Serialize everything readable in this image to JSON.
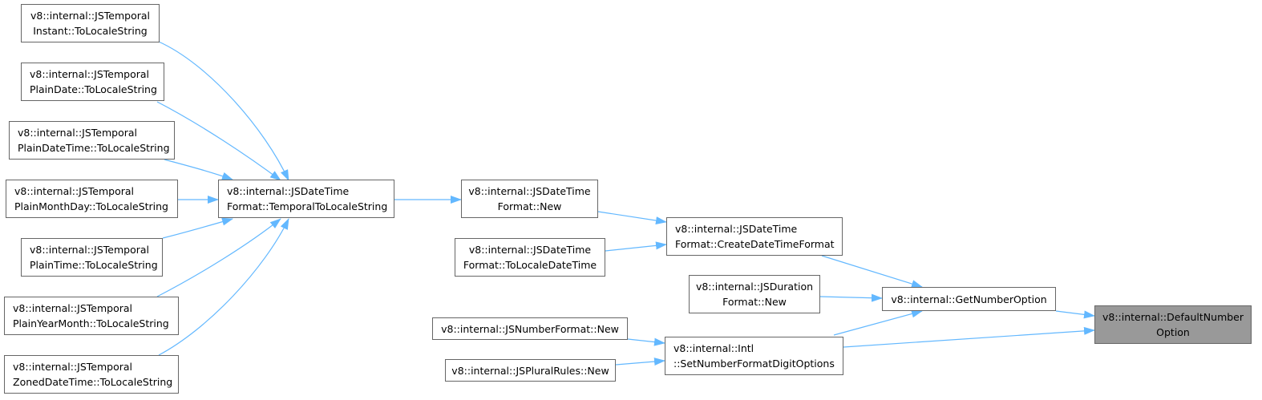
{
  "graph": {
    "edge_color": "#63b8ff",
    "target_fill": "#999999",
    "nodes": {
      "instant": {
        "line1": "v8::internal::JSTemporal",
        "line2": "Instant::ToLocaleString"
      },
      "plain_date": {
        "line1": "v8::internal::JSTemporal",
        "line2": "PlainDate::ToLocaleString"
      },
      "plain_date_time": {
        "line1": "v8::internal::JSTemporal",
        "line2": "PlainDateTime::ToLocaleString"
      },
      "plain_month_day": {
        "line1": "v8::internal::JSTemporal",
        "line2": "PlainMonthDay::ToLocaleString"
      },
      "plain_time": {
        "line1": "v8::internal::JSTemporal",
        "line2": "PlainTime::ToLocaleString"
      },
      "plain_year_month": {
        "line1": "v8::internal::JSTemporal",
        "line2": "PlainYearMonth::ToLocaleString"
      },
      "zoned_date_time": {
        "line1": "v8::internal::JSTemporal",
        "line2": "ZonedDateTime::ToLocaleString"
      },
      "temporal_to_locale": {
        "line1": "v8::internal::JSDateTime",
        "line2": "Format::TemporalToLocaleString"
      },
      "dtf_new": {
        "line1": "v8::internal::JSDateTime",
        "line2": "Format::New"
      },
      "dtf_to_locale_date_time": {
        "line1": "v8::internal::JSDateTime",
        "line2": "Format::ToLocaleDateTime"
      },
      "create_date_time_format": {
        "line1": "v8::internal::JSDateTime",
        "line2": "Format::CreateDateTimeFormat"
      },
      "duration_format_new": {
        "line1": "v8::internal::JSDuration",
        "line2": "Format::New"
      },
      "number_format_new": {
        "line1": "v8::internal::JSNumberFormat::New"
      },
      "plural_rules_new": {
        "line1": "v8::internal::JSPluralRules::New"
      },
      "set_number_format_digit_options": {
        "line1": "v8::internal::Intl",
        "line2": "::SetNumberFormatDigitOptions"
      },
      "get_number_option": {
        "line1": "v8::internal::GetNumberOption"
      },
      "default_number_option": {
        "line1": "v8::internal::DefaultNumber",
        "line2": "Option"
      }
    }
  }
}
